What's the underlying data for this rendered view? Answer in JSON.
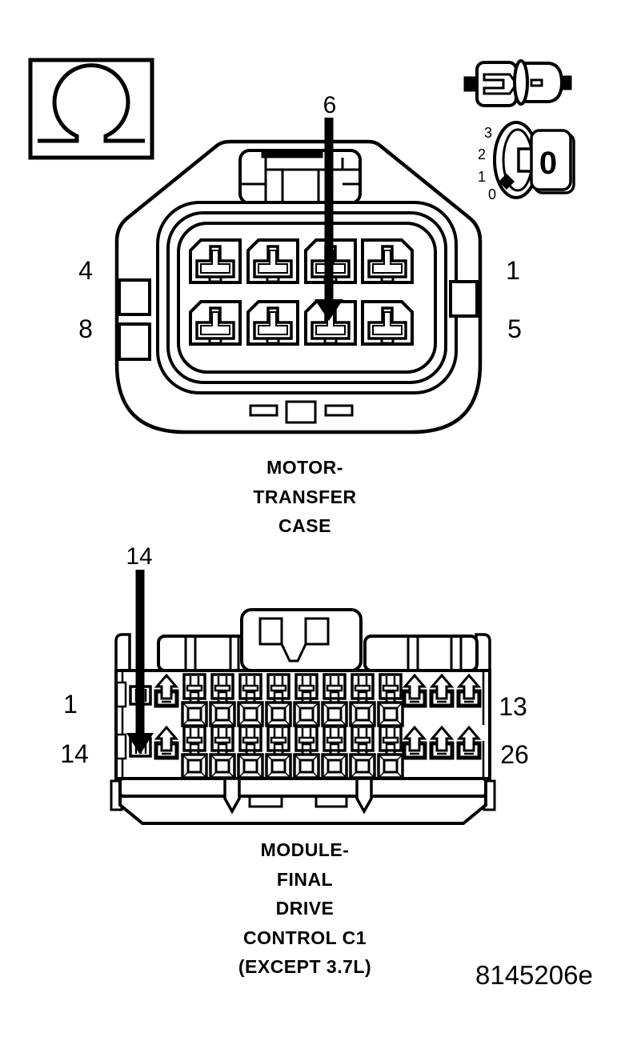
{
  "figure_id": "8145206e",
  "meter": {
    "ohm_symbol": "Ω",
    "dial": {
      "positions": [
        "3",
        "2",
        "1",
        "0"
      ],
      "selected": "0"
    }
  },
  "connector1": {
    "name_lines": [
      "MOTOR-",
      "TRANSFER",
      "CASE"
    ],
    "callout_pin": "6",
    "pin_count": 8,
    "rows": 2,
    "cols": 4,
    "pin_labels": {
      "top_left": "4",
      "top_right": "1",
      "bottom_left": "8",
      "bottom_right": "5"
    }
  },
  "connector2": {
    "name_lines": [
      "MODULE-",
      "FINAL",
      "DRIVE",
      "CONTROL C1",
      "(EXCEPT 3.7L)"
    ],
    "callout_pin": "14",
    "pin_count": 26,
    "rows": 2,
    "cols": 13,
    "pin_labels": {
      "row1_left": "1",
      "row1_right": "13",
      "row2_left": "14",
      "row2_right": "26"
    }
  },
  "icons": {
    "ohmmeter_box": "ohm-symbol",
    "probe_pair": "terminal-probe",
    "rotary_dial": "rotary-dial"
  }
}
